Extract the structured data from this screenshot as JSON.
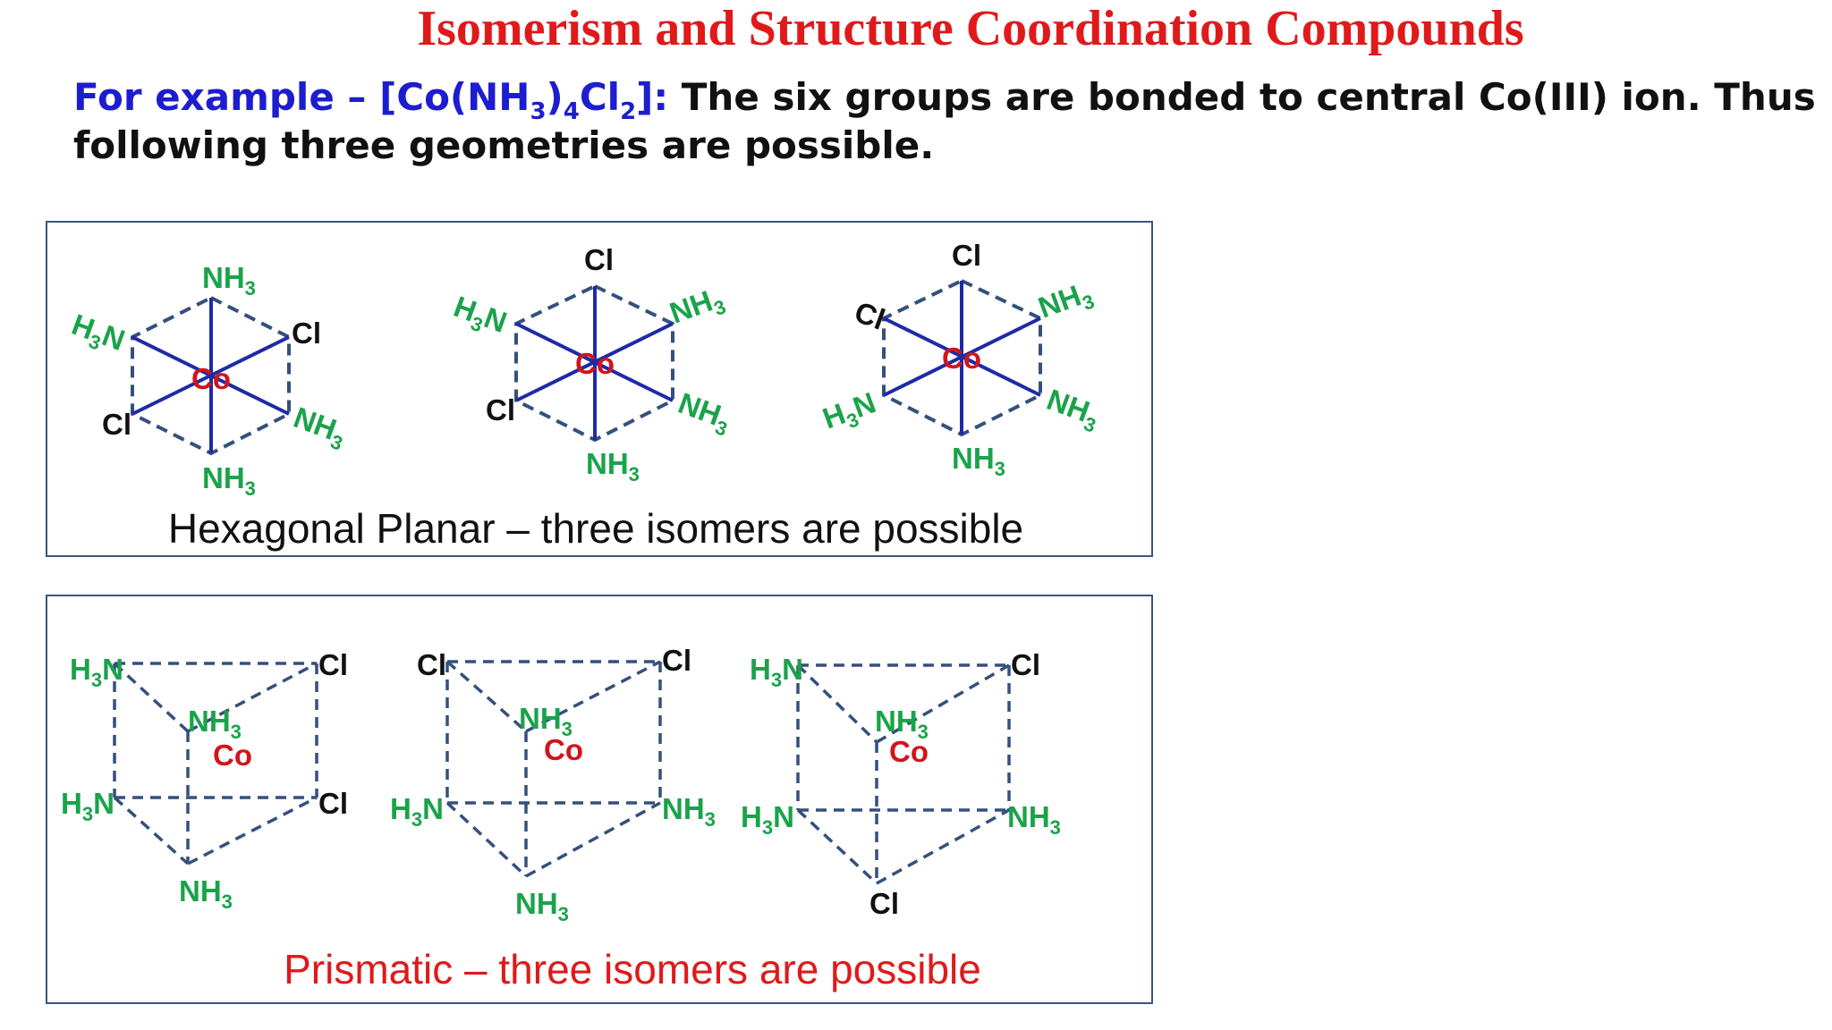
{
  "slide_title": "Isomerism and Structure Coordination Compounds",
  "intro": {
    "lead": "For example –",
    "formula": "[Co(NH3)4Cl2]:",
    "line1": "The six groups are bonded to central Co(III) ion. Thus",
    "line2": "following three geometries are possible."
  },
  "panels": {
    "hexagonal": {
      "caption": "Hexagonal Planar – three isomers are possible"
    },
    "prismatic": {
      "caption": "Prismatic – three isomers are possible"
    }
  },
  "labels": {
    "metal": "Co",
    "nh3_base": "NH",
    "h3n_base": "N",
    "h3n_pre": "H",
    "sub3": "3",
    "cl": "Cl"
  },
  "colors": {
    "title": "#e0191b",
    "intro_lead": "#1d1dd0",
    "ligand_nh3": "#1aa34a",
    "metal": "#d0151b",
    "bond": "#1f2aa6",
    "dashed": "#34507c",
    "panel_border": "#3a5580",
    "prism_caption": "#e0191b"
  }
}
